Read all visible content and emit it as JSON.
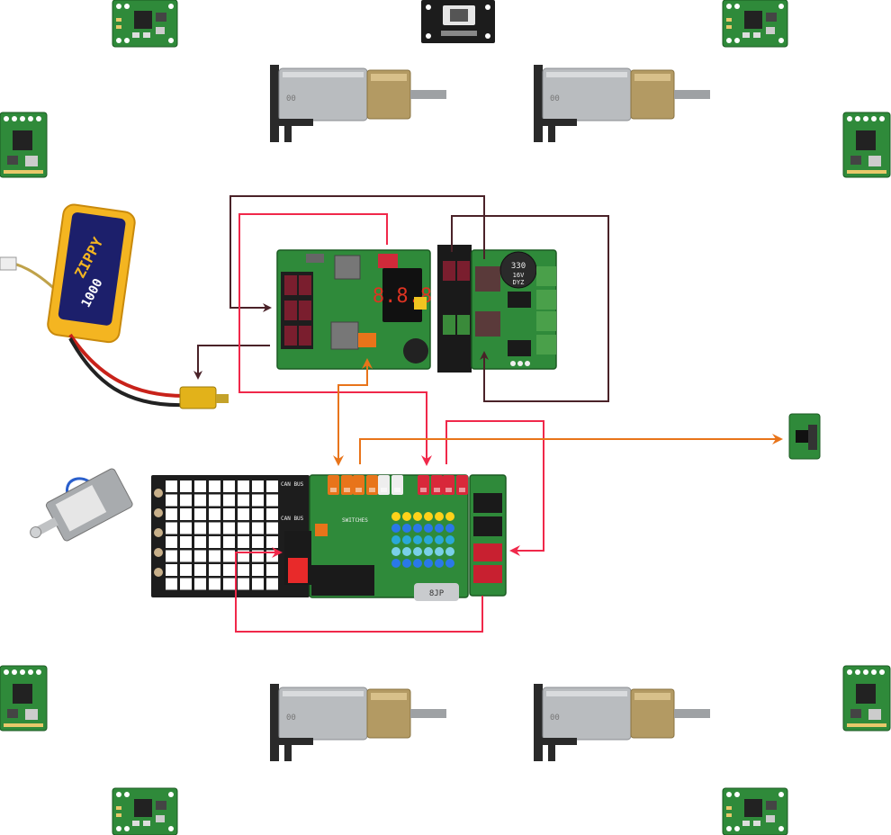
{
  "colors": {
    "wire_dark": "#4a2228",
    "wire_red": "#f0284a",
    "wire_orange": "#e8741a",
    "pcb_green": "#2f8a3a",
    "pcb_dark": "#236b2c",
    "battery_yellow": "#f4b521",
    "motor_silver": "#b9bcbf",
    "motor_gold": "#b39a63"
  },
  "labels": {
    "battery_brand": "ZIPPY",
    "battery_spec": "1000",
    "capacitor": "330",
    "cap_sub1": "16V",
    "cap_sub2": "DYZ",
    "display": "8.8.8",
    "controller_text": "SWITCHES",
    "usb_text": "8JP",
    "can_bus_a": "CAN BUS",
    "can_bus_b": "CAN BUS",
    "motor_a": "00",
    "motor_b": "00",
    "motor_c": "00",
    "motor_d": "00"
  },
  "components": [
    {
      "name": "battery",
      "label": "LiPo battery"
    },
    {
      "name": "power-board",
      "label": "power distribution board"
    },
    {
      "name": "motor-driver-board",
      "label": "motor driver board"
    },
    {
      "name": "led-matrix",
      "label": "8x8 LED matrix"
    },
    {
      "name": "main-controller",
      "label": "main controller"
    },
    {
      "name": "can-bridge",
      "label": "CAN bridge board"
    },
    {
      "name": "solenoid",
      "label": "solenoid"
    },
    {
      "name": "distance-sensor",
      "label": "small sensor"
    },
    {
      "name": "top-sensor",
      "label": "top sensor"
    },
    {
      "name": "gear-motor",
      "count": 4
    },
    {
      "name": "imu-board",
      "count": 8
    }
  ]
}
